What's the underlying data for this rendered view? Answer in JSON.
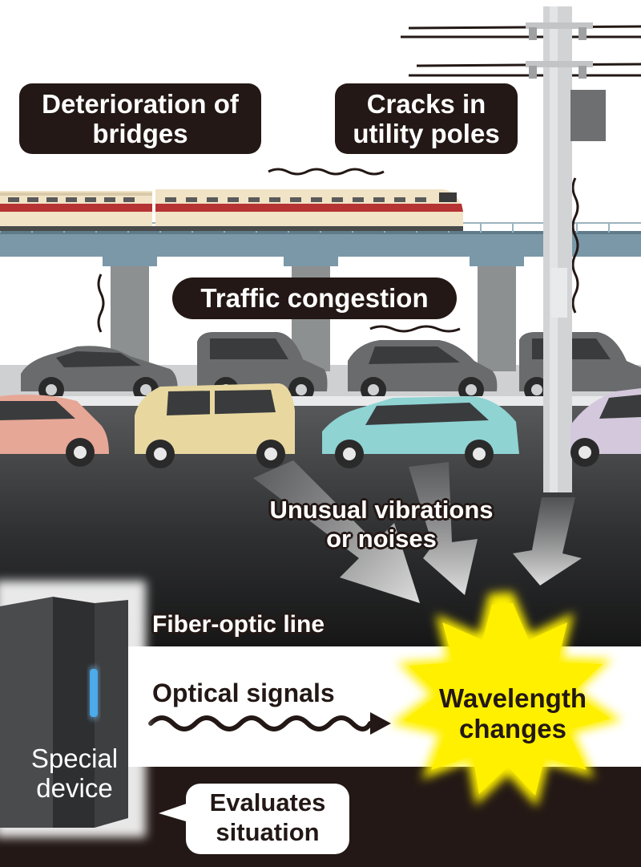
{
  "labels": {
    "bridges_line1": "Deterioration of",
    "bridges_line2": "bridges",
    "poles_line1": "Cracks in",
    "poles_line2": "utility poles",
    "traffic": "Traffic congestion",
    "vibrations_line1": "Unusual vibrations",
    "vibrations_line2": "or noises",
    "fiber": "Fiber-optic line",
    "signals": "Optical signals",
    "wavelength_line1": "Wavelength",
    "wavelength_line2": "changes",
    "device_line1": "Special",
    "device_line2": "device",
    "evaluates_line1": "Evaluates",
    "evaluates_line2": "situation"
  },
  "icons": [
    "train-icon",
    "car-icon",
    "utility-pole-icon",
    "server-device-icon",
    "starburst-icon",
    "wavy-arrow-icon"
  ],
  "colors": {
    "label_bg": "#231815",
    "burst": "#fff000",
    "device_light": "#2f9be3",
    "bridge": "#7a98a8"
  }
}
